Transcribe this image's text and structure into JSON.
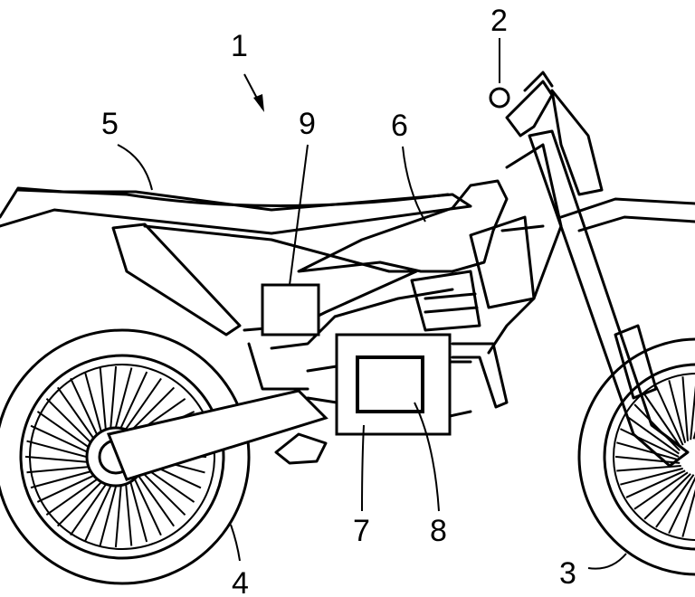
{
  "figure": {
    "reference_numerals": {
      "motorcycle": "1",
      "handlebar_unit": "2",
      "front_wheel": "3",
      "rear_wheel": "4",
      "seat": "5",
      "tank": "6",
      "housing": "7",
      "module": "8",
      "box": "9"
    }
  }
}
